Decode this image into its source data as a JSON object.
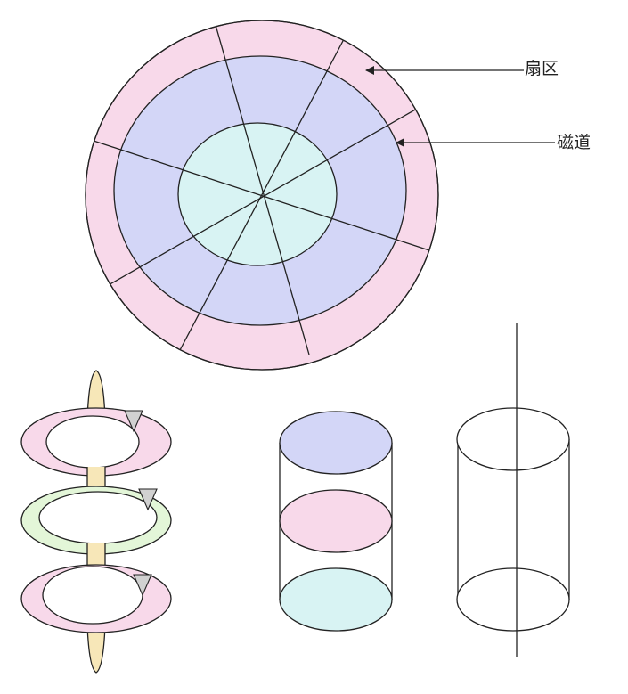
{
  "labels": {
    "sector": "扇区",
    "track": "磁道"
  },
  "colors": {
    "outer_ring": "#f8d9ea",
    "middle_ring": "#d3d6f7",
    "inner_disk": "#d8f3f3",
    "platter_green": "#e3f6d8",
    "spindle": "#f7e7b8",
    "head_triangle": "#d1d1d1",
    "stroke": "#222222"
  },
  "icons": {
    "read_head": "triangle-marker"
  }
}
